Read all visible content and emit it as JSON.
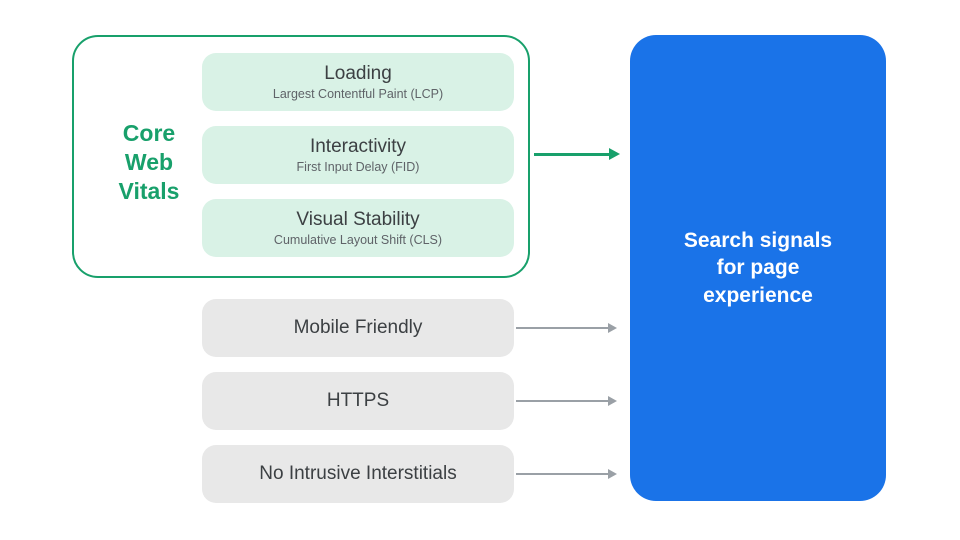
{
  "core_web_vitals": {
    "label": "Core\nWeb\nVitals",
    "items": [
      {
        "title": "Loading",
        "subtitle": "Largest Contentful Paint (LCP)"
      },
      {
        "title": "Interactivity",
        "subtitle": "First Input Delay (FID)"
      },
      {
        "title": "Visual Stability",
        "subtitle": "Cumulative Layout Shift (CLS)"
      }
    ]
  },
  "other_signals": {
    "items": [
      {
        "label": "Mobile Friendly"
      },
      {
        "label": "HTTPS"
      },
      {
        "label": "No Intrusive Interstitials"
      }
    ]
  },
  "result": {
    "label": "Search signals\nfor page\nexperience"
  },
  "colors": {
    "green": "#18A06B",
    "green_light_fill": "#D9F2E6",
    "gray_box_fill": "#E8E8E8",
    "blue": "#1A73E8",
    "arrow_gray": "#9AA0A6",
    "text_dark": "#3C4043",
    "text_subtle": "#5F6368"
  }
}
